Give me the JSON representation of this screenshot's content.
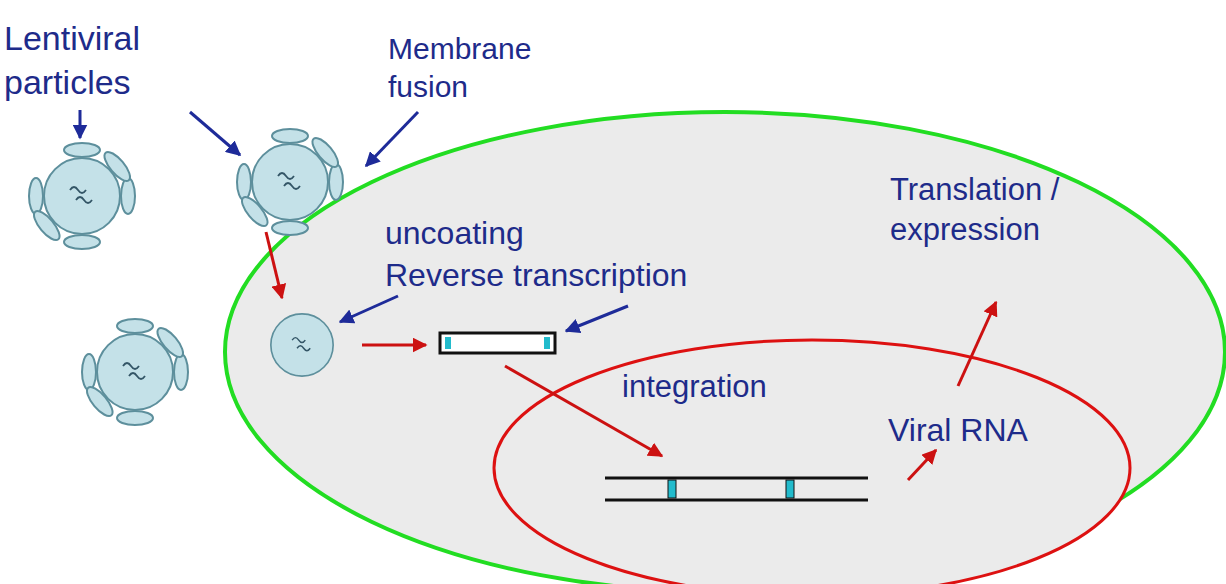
{
  "diagram": {
    "labels": [
      "Lentiviral particles",
      "Membrane fusion",
      "uncoating Reverse transcription",
      "Translation / expression",
      "integration",
      "Viral RNA"
    ]
  }
}
